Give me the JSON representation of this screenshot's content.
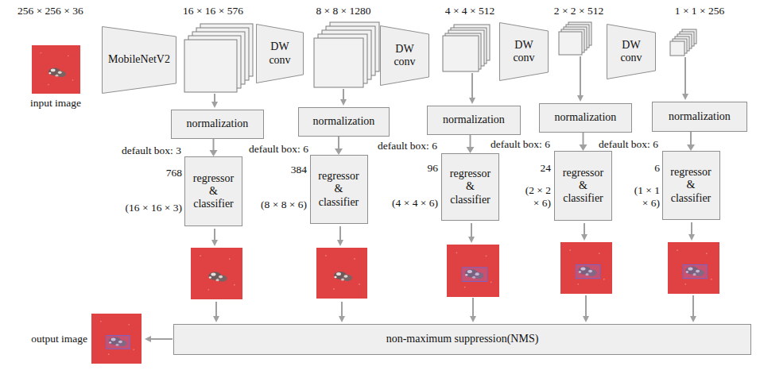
{
  "diagram": {
    "nodes": [
      {
        "text": [
          "MobileNetV2"
        ]
      },
      {
        "text": [
          "DW conv"
        ]
      },
      {
        "text": [
          "DW conv"
        ]
      },
      {
        "text": [
          "DW conv"
        ]
      },
      {
        "text": [
          "DW conv"
        ]
      },
      {
        "text": [
          "normalization"
        ]
      },
      {
        "text": [
          "normalization"
        ]
      },
      {
        "text": [
          "normalization"
        ]
      },
      {
        "text": [
          "normalization"
        ]
      },
      {
        "text": [
          "normalization"
        ]
      },
      {
        "text": [
          "regressor & classifier"
        ]
      },
      {
        "text": [
          "regressor & classifier"
        ]
      },
      {
        "text": [
          "regressor & classifier"
        ]
      },
      {
        "text": [
          "regressor & classifier"
        ]
      },
      {
        "text": [
          "regressor & classifier"
        ]
      },
      {
        "text": [
          "non-maximum suppression(NMS)"
        ]
      }
    ],
    "edges": [
      {
        "from": 5,
        "to": 10,
        "arrow": "to"
      },
      {
        "from": 6,
        "to": 11,
        "arrow": "to"
      },
      {
        "from": 7,
        "to": 12,
        "arrow": "to"
      },
      {
        "from": 8,
        "to": 13,
        "arrow": "to"
      },
      {
        "from": 9,
        "to": 14,
        "arrow": "to"
      }
    ],
    "labels": [
      "256 × 256 × 36",
      "16 × 16 × 576",
      "8 × 8 × 1280",
      "4 × 4 × 512",
      "2 × 2 × 512",
      "1 × 1 × 256",
      "input image",
      "default box: 3",
      "768",
      "(16 × 16 × 3)",
      "default box: 6",
      "384",
      "(8 × 8 × 6)",
      "default box: 6",
      "96",
      "(4 × 4 × 6)",
      "default box: 6",
      "24",
      "(2 × 2 × 6)",
      "default box: 6",
      "6",
      "(1 × 1 × 6)",
      "output image"
    ]
  }
}
